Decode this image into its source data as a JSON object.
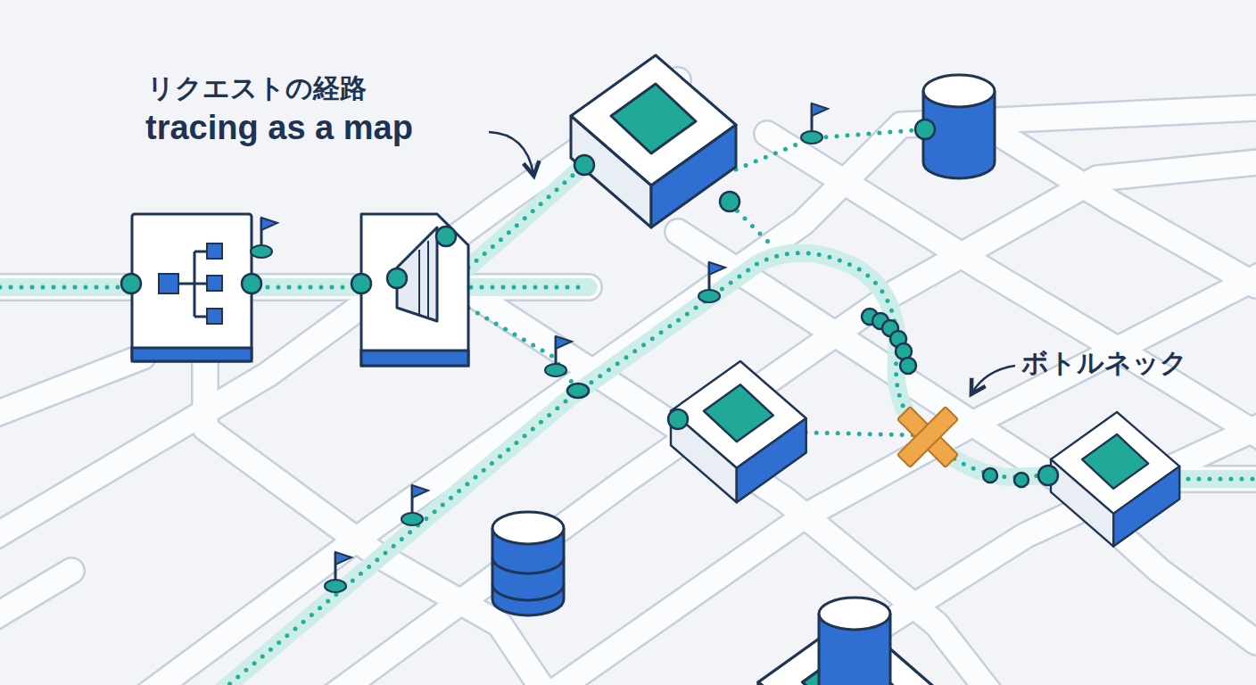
{
  "diagram": {
    "labels": [
      "リクエストの経路",
      "tracing as a map",
      "ボトルネック"
    ]
  }
}
